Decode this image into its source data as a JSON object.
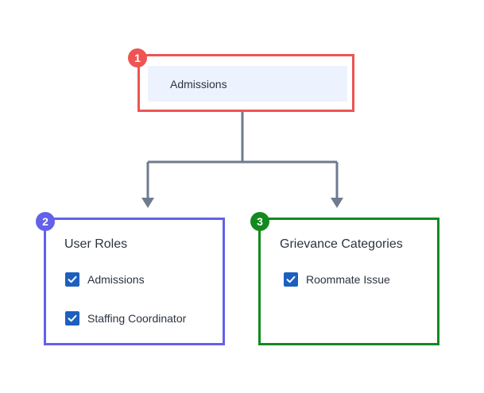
{
  "colors": {
    "badge_1": "#ee5454",
    "badge_2": "#6360ea",
    "badge_3": "#13891f",
    "connector": "#6e7b8f",
    "checkbox": "#1d5fbf",
    "selected_bg": "#edf3fe"
  },
  "top_box": {
    "badge": "1",
    "item_label": "Admissions"
  },
  "left_panel": {
    "badge": "2",
    "title": "User Roles",
    "items": [
      {
        "label": "Admissions",
        "checked": true,
        "icon": "checkmark-icon"
      },
      {
        "label": "Staffing Coordinator",
        "checked": true,
        "icon": "checkmark-icon"
      }
    ]
  },
  "right_panel": {
    "badge": "3",
    "title": "Grievance Categories",
    "items": [
      {
        "label": "Roommate Issue",
        "checked": true,
        "icon": "checkmark-icon"
      }
    ]
  }
}
